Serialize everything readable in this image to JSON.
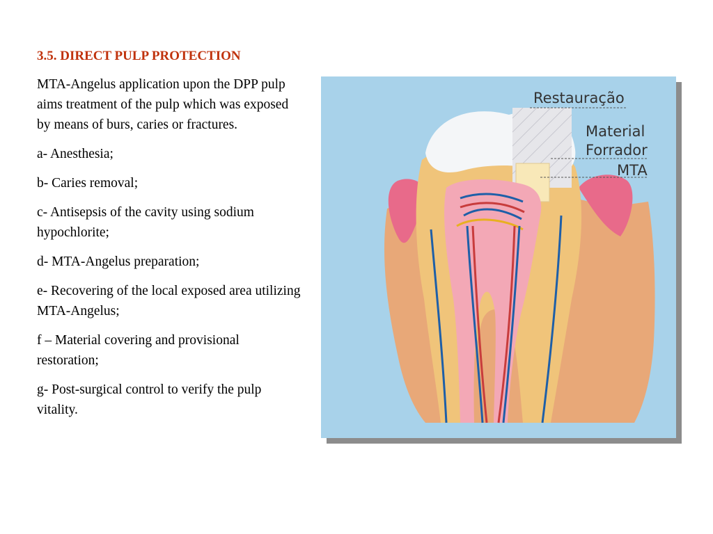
{
  "slide": {
    "title": "3.5. DIRECT PULP PROTECTION",
    "paragraphs": [
      "MTA-Angelus application upon the DPP pulp aims treatment of the  pulp which was exposed by means of burs, caries or fractures.",
      "a- Anesthesia;",
      "b- Caries removal;",
      "c- Antisepsis of the cavity using sodium hypochlorite;",
      "d- MTA-Angelus preparation;",
      "e- Recovering of the local exposed area  utilizing MTA-Angelus;",
      "f – Material covering and provisional restoration;",
      "g- Post-surgical control to verify the pulp vitality."
    ]
  },
  "figure": {
    "labels": {
      "restoration": "Restauração",
      "lining_line1": "Material",
      "lining_line2": "Forrador",
      "mta": "MTA"
    },
    "colors": {
      "background": "#a8d2ea",
      "enamel": "#f4f6f8",
      "dentin": "#f0c47a",
      "pulp": "#f3a8b6",
      "gum": "#e86a8a",
      "bone": "#e8a878",
      "nerve": "#1e5fa8",
      "mta": "#f8e8b8"
    }
  }
}
